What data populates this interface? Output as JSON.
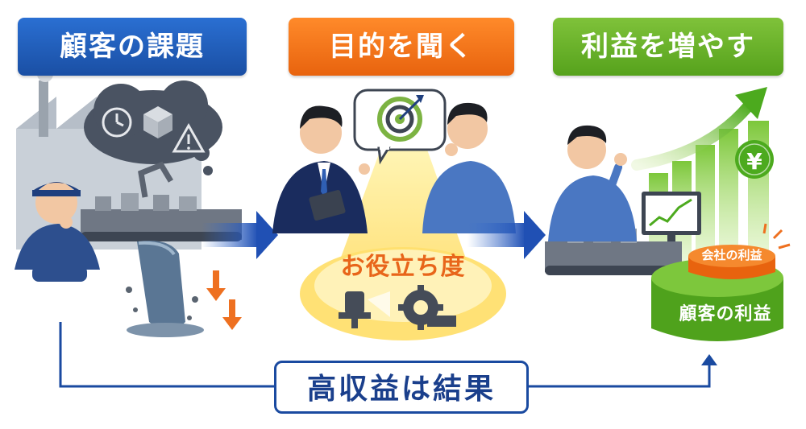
{
  "stages": [
    {
      "label": "顧客の課題"
    },
    {
      "label": "目的を聞く"
    },
    {
      "label": "利益を増やす"
    }
  ],
  "center_text": "お役立ち度",
  "result_text": "高収益は結果",
  "stack": {
    "top_label": "会社の利益",
    "bottom_label": "顧客の利益"
  },
  "currency_symbol": "¥",
  "colors": {
    "blue": "#1a4fa4",
    "orange": "#e8630e",
    "green": "#56a21c"
  },
  "icons": [
    "factory-icon",
    "clock-icon",
    "box-icon",
    "warning-icon",
    "leak-icon",
    "down-arrow-icon",
    "target-icon",
    "tablet-icon",
    "sensor-icon",
    "gear-icon",
    "monitor-chart-icon",
    "yen-coin-icon",
    "growth-arrow-icon"
  ]
}
